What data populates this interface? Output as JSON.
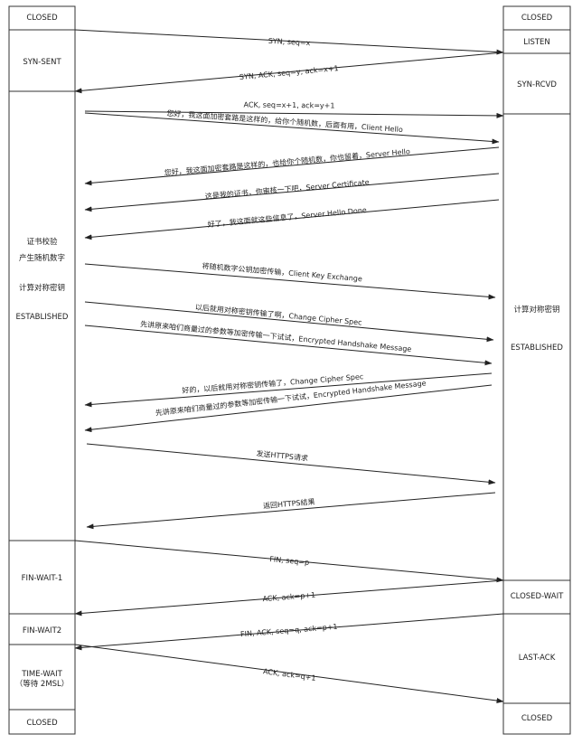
{
  "client_states": [
    {
      "id": "c-closed-top",
      "lines": [
        "CLOSED"
      ]
    },
    {
      "id": "c-syn-sent",
      "lines": [
        "SYN-SENT"
      ]
    },
    {
      "id": "c-established",
      "lines": [
        "证书校验",
        "产生随机数字",
        "计算对称密钥",
        "ESTABLISHED"
      ]
    },
    {
      "id": "c-fin-wait-1",
      "lines": [
        "FIN-WAIT-1"
      ]
    },
    {
      "id": "c-fin-wait-2",
      "lines": [
        "FIN-WAIT2"
      ]
    },
    {
      "id": "c-time-wait",
      "lines": [
        "TIME-WAIT",
        "（等待 2MSL）"
      ]
    },
    {
      "id": "c-closed-bottom",
      "lines": [
        "CLOSED"
      ]
    }
  ],
  "server_states": [
    {
      "id": "s-closed-top",
      "lines": [
        "CLOSED"
      ]
    },
    {
      "id": "s-listen",
      "lines": [
        "LISTEN"
      ]
    },
    {
      "id": "s-syn-rcvd",
      "lines": [
        "SYN-RCVD"
      ]
    },
    {
      "id": "s-established",
      "lines": [
        "计算对称密钥",
        "ESTABLISHED"
      ]
    },
    {
      "id": "s-closed-wait",
      "lines": [
        "CLOSED-WAIT"
      ]
    },
    {
      "id": "s-last-ack",
      "lines": [
        "LAST-ACK"
      ]
    },
    {
      "id": "s-closed-bottom",
      "lines": [
        "CLOSED"
      ]
    }
  ],
  "messages": [
    {
      "label": "SYN, seq=x",
      "direction": "to-server"
    },
    {
      "label": "SYN, ACK, seq=y, ack=x+1",
      "direction": "to-client"
    },
    {
      "label": "ACK, seq=x+1, ack=y+1",
      "direction": "to-server"
    },
    {
      "label": "您好，我这面加密套路是这样的，给你个随机数，后面有用，Client Hello",
      "direction": "to-server"
    },
    {
      "label": "您好，我这面加密套路是这样的，也给你个随机数，你也留着，Server Hello",
      "direction": "to-client"
    },
    {
      "label": "这是我的证书，你审核一下吧，Server Certificate",
      "direction": "to-client"
    },
    {
      "label": "好了，我这面就这些信息了，Server Hello Done",
      "direction": "to-client"
    },
    {
      "label": "将随机数字公钥加密传输，Client Key Exchange",
      "direction": "to-server"
    },
    {
      "label": "以后就用对称密钥传输了啊，Change Cipher Spec",
      "direction": "to-server"
    },
    {
      "label": "先讲原来咱们商量过的参数等加密传输一下试试，Encrypted Handshake Message",
      "direction": "to-server"
    },
    {
      "label": "好的，以后就用对称密钥传输了，Change Cipher Spec",
      "direction": "to-client"
    },
    {
      "label": "先讲原来咱们商量过的参数等加密传输一下试试，Encrypted Handshake Message",
      "direction": "to-client"
    },
    {
      "label": "发送HTTPS请求",
      "direction": "to-server"
    },
    {
      "label": "返回HTTPS结果",
      "direction": "to-client"
    },
    {
      "label": "FIN, seq=p",
      "direction": "to-server"
    },
    {
      "label": "ACK, ack=p+1",
      "direction": "to-client"
    },
    {
      "label": "FIN, ACK, seq=q, ack=p+1",
      "direction": "to-client"
    },
    {
      "label": "ACK, ack=q+1",
      "direction": "to-server"
    }
  ]
}
